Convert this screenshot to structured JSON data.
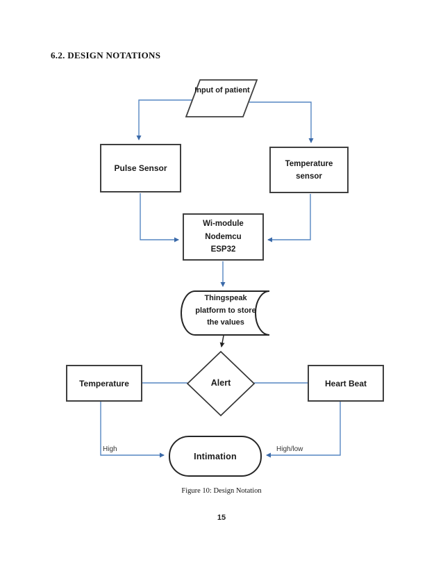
{
  "page": {
    "heading": "6.2. DESIGN NOTATIONS",
    "caption": "Figure 10: Design Notation",
    "page_number": "15"
  },
  "diagram": {
    "nodes": {
      "input_patient": {
        "type": "parallelogram",
        "l1": "Input of",
        "l2": "patient"
      },
      "pulse_sensor": {
        "type": "rectangle",
        "label": "Pulse Sensor"
      },
      "temperature_sensor": {
        "type": "rectangle",
        "l1": "Temperature",
        "l2": "sensor"
      },
      "wifi_module": {
        "type": "rectangle",
        "l1": "Wi-module",
        "l2": "Nodemcu",
        "l3": "ESP32"
      },
      "thingspeak": {
        "type": "stored-data",
        "l1": "Thingspeak",
        "l2": "platform to",
        "l3": "store the",
        "l4": "values"
      },
      "alert": {
        "type": "decision-diamond",
        "label": "Alert"
      },
      "temperature": {
        "type": "rectangle",
        "label": "Temperature"
      },
      "heart_beat": {
        "type": "rectangle",
        "label": "Heart Beat"
      },
      "intimation": {
        "type": "rounded-rectangle",
        "label": "Intimation"
      }
    },
    "edge_labels": {
      "high": "High",
      "high_low": "High/low"
    },
    "edges": [
      {
        "from": "input_patient",
        "to": "pulse_sensor"
      },
      {
        "from": "input_patient",
        "to": "temperature_sensor"
      },
      {
        "from": "pulse_sensor",
        "to": "wifi_module"
      },
      {
        "from": "temperature_sensor",
        "to": "wifi_module"
      },
      {
        "from": "wifi_module",
        "to": "thingspeak"
      },
      {
        "from": "thingspeak",
        "to": "alert"
      },
      {
        "from": "alert",
        "to": "temperature"
      },
      {
        "from": "alert",
        "to": "heart_beat"
      },
      {
        "from": "temperature",
        "to": "intimation",
        "label": "High"
      },
      {
        "from": "heart_beat",
        "to": "intimation",
        "label": "High/low"
      }
    ],
    "colors": {
      "connector": "#5585c2",
      "arrowhead": "#3a69a8",
      "box_border": "#3f3f3f",
      "text": "#1a1a1a"
    }
  }
}
